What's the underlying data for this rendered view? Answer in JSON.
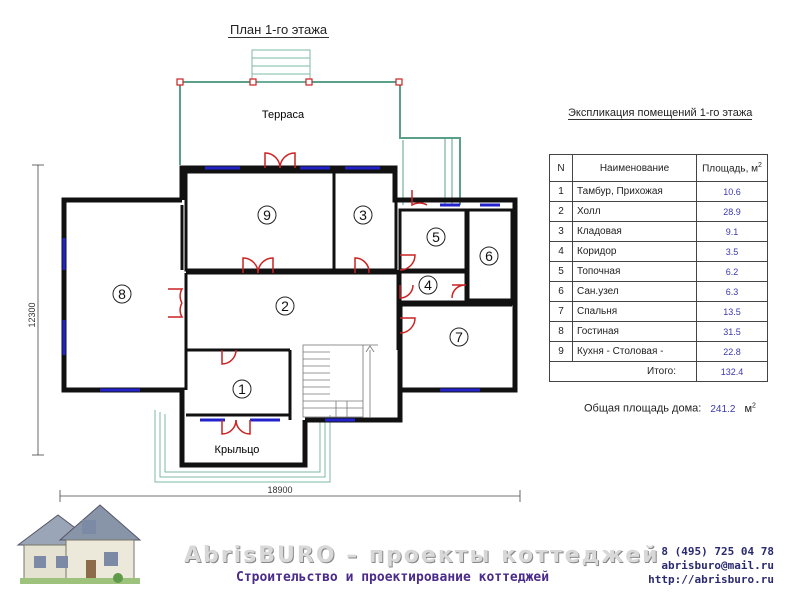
{
  "plan_title": "План 1-го этажа",
  "labels": {
    "terrace": "Терраса",
    "porch": "Крыльцо",
    "width_dim": "18900",
    "height_dim": "12300"
  },
  "rooms": [
    {
      "num": "1",
      "name": "Тамбур,  Прихожая",
      "area": "10.6"
    },
    {
      "num": "2",
      "name": "Холл",
      "area": "28.9"
    },
    {
      "num": "3",
      "name": "Кладовая",
      "area": "9.1"
    },
    {
      "num": "4",
      "name": "Коридор",
      "area": "3.5"
    },
    {
      "num": "5",
      "name": "Топочная",
      "area": "6.2"
    },
    {
      "num": "6",
      "name": "Сан.узел",
      "area": "6.3"
    },
    {
      "num": "7",
      "name": "Спальня",
      "area": "13.5"
    },
    {
      "num": "8",
      "name": "Гостиная",
      "area": "31.5"
    },
    {
      "num": "9",
      "name": "Кухня - Столовая -",
      "area": "22.8"
    }
  ],
  "legend": {
    "title": "Экспликация помещений 1-го этажа",
    "col_n": "N",
    "col_name": "Наименование",
    "col_area": "Площадь, м",
    "col_area_sup": "2",
    "total_label": "Итого:",
    "total_value": "132.4"
  },
  "house_total": {
    "label": "Общая площадь дома:",
    "value": "241.2",
    "unit": "м",
    "unit_sup": "2"
  },
  "footer": {
    "brand": "AbrisBURO – проекты коттеджей",
    "tagline": "Строительство и проектирование коттеджей",
    "phone": "8 (495) 725 04 78",
    "email": "abrisburo@mail.ru",
    "site": "http://abrisburo.ru"
  },
  "colors": {
    "wall": "#111111",
    "window": "#2222cc",
    "door": "#cc2222",
    "terrace": "#5aa089"
  }
}
